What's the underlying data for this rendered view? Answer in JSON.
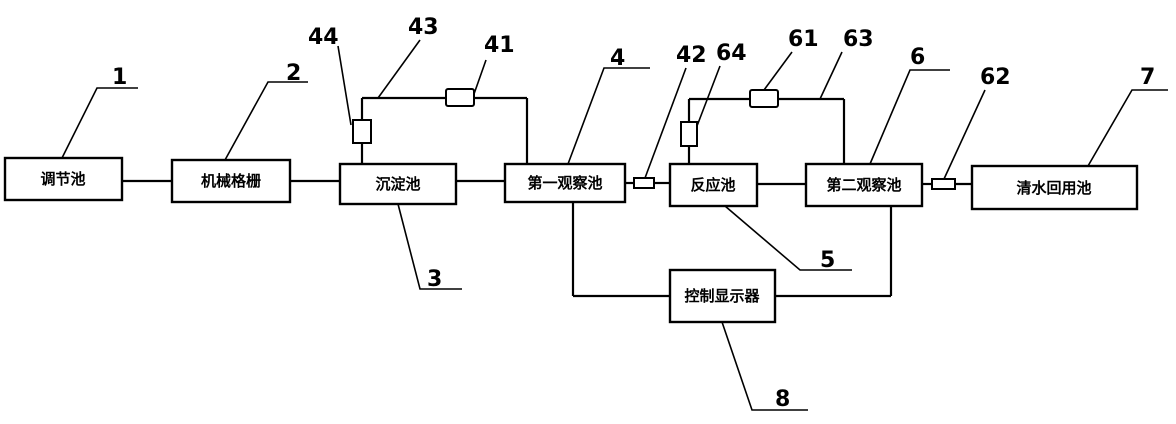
{
  "boxes": {
    "tiaojiechi": "调节池",
    "jixie": "机械格栅",
    "chendian": "沉淀池",
    "guancha1": "第一观察池",
    "fanying": "反应池",
    "guancha2": "第二观察池",
    "qingshui": "清水回用池",
    "kongzhi": "控制显示器"
  },
  "labels": {
    "n1": "1",
    "n2": "2",
    "n3": "3",
    "n4": "4",
    "n5": "5",
    "n6": "6",
    "n7": "7",
    "n8": "8",
    "n41": "41",
    "n42": "42",
    "n43": "43",
    "n44": "44",
    "n61": "61",
    "n62": "62",
    "n63": "63",
    "n64": "64"
  }
}
